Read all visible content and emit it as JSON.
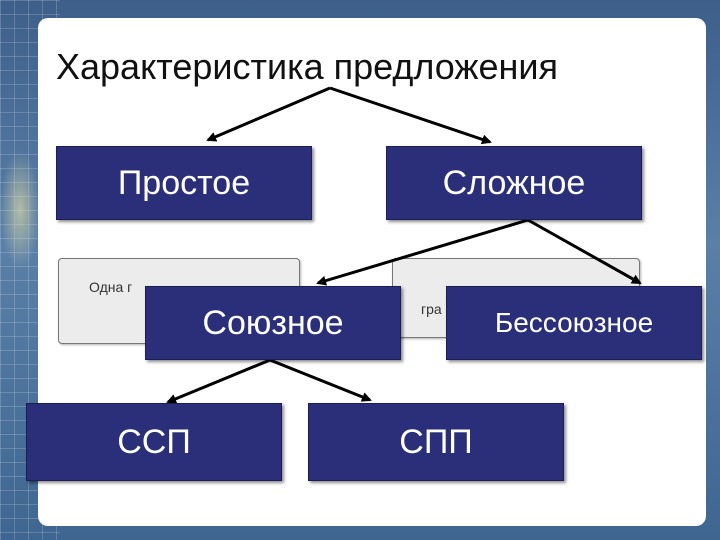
{
  "title": "Характеристика предложения",
  "nodes": {
    "simple": "Простое",
    "complex": "Сложное",
    "union": "Союзное",
    "nonunion": "Бессоюзное",
    "ssp": "ССП",
    "spp": "СПП"
  },
  "scrolls": {
    "left_text": "Одна г",
    "right_text": "гра"
  },
  "colors": {
    "box_fill": "#2b2f7a",
    "box_text": "#ffffff",
    "background": "#4a6f99"
  }
}
